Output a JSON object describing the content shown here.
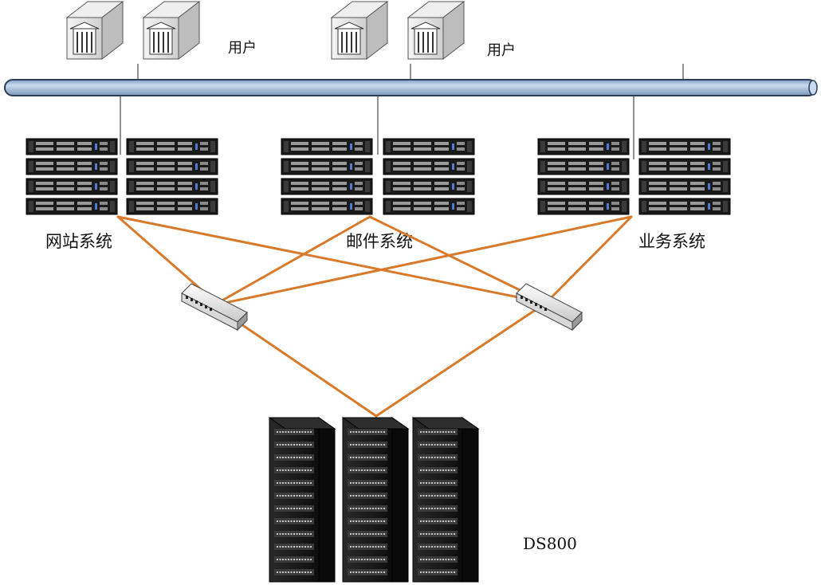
{
  "labels": {
    "users_left": "用户",
    "users_right": "用户",
    "web_system": "网站系统",
    "mail_system": "邮件系统",
    "business_system": "业务系统",
    "storage": "DS800"
  },
  "colors": {
    "bus_fill": "#a9c4e0",
    "bus_stroke": "#2c3e57",
    "fiber": "#d97a2b",
    "server_body": "#1a1a1a",
    "rack_body": "#151515"
  }
}
